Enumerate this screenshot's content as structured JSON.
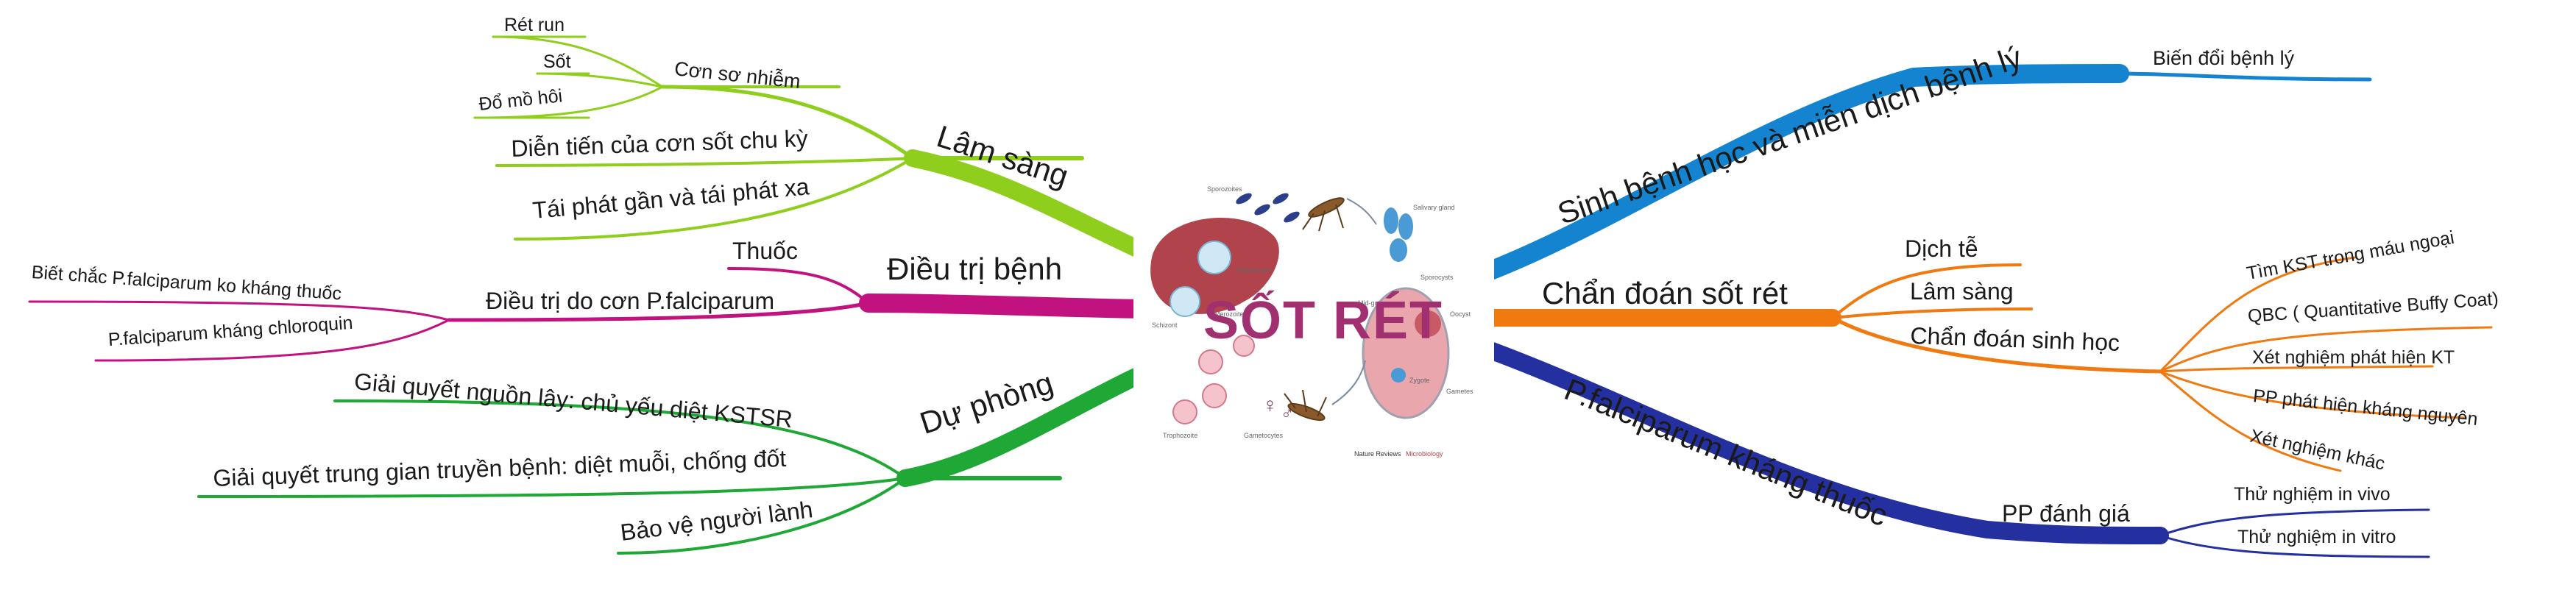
{
  "center": {
    "title": "SỐT RÉT",
    "caption_a": "Nature Reviews",
    "caption_b": "Microbiology"
  },
  "cycle_labels": {
    "sporozoites": "Sporozoites",
    "hepatocyte": "Hepatocyte",
    "salivary": "Salivary gland",
    "sporocysts": "Sporocysts",
    "oocyst": "Oocyst",
    "midgut": "Mid-gut",
    "gametes": "Gametes",
    "zygote": "Zygote",
    "schizont": "Schizont",
    "merozoite": "Merozoite",
    "trophozoite": "Trophozoite",
    "gametocytes": "Gametocytes"
  },
  "colors": {
    "lam_sang": "#8fce1c",
    "dieu_tri": "#c2127f",
    "du_phong": "#1fa836",
    "sinh_benh": "#1584d0",
    "chan_doan": "#f07a10",
    "khang_thuoc": "#2530a0",
    "center_title": "#a03070"
  },
  "left": {
    "lam_sang": {
      "label": "Lâm sàng",
      "con_so_nhiem": {
        "label": "Cơn sơ nhiễm",
        "items": [
          "Rét run",
          "Sốt",
          "Đổ mồ hôi"
        ]
      },
      "dien_tien": "Diễn tiến của cơn sốt chu kỳ",
      "tai_phat": "Tái phát gần và tái phát xa"
    },
    "dieu_tri": {
      "label": "Điều trị bệnh",
      "thuoc": "Thuốc",
      "dieu_tri_con": {
        "label": "Điều trị do cơn P.falciparum",
        "items": [
          "Biết chắc P.falciparum ko kháng thuốc",
          "P.falciparum kháng chloroquin"
        ]
      }
    },
    "du_phong": {
      "label": "Dự phòng",
      "items": [
        "Giải quyết nguồn lây: chủ yếu diệt KSTSR",
        "Giải quyết trung gian truyền bệnh: diệt muỗi, chống đốt",
        "Bảo vệ người lành"
      ]
    }
  },
  "right": {
    "sinh_benh": {
      "label": "Sinh bệnh học và miễn dịch bệnh lý",
      "child": "Biến đổi bệnh lý"
    },
    "chan_doan": {
      "label": "Chẩn đoán sốt rét",
      "dich_te": "Dịch tễ",
      "lam_sang": "Lâm sàng",
      "sinh_hoc": {
        "label": "Chẩn đoán sinh học",
        "items": [
          "Tìm KST trong máu ngoại",
          "QBC ( Quantitative Buffy Coat)",
          "Xét nghiệm phát hiện KT",
          "PP phát hiện kháng nguyên",
          "Xét nghiệm khác"
        ]
      }
    },
    "khang_thuoc": {
      "label": "P.falciparum kháng thuốc",
      "pp": {
        "label": "PP đánh giá",
        "items": [
          "Thử nghiệm in vivo",
          "Thử nghiệm in vitro"
        ]
      }
    }
  }
}
